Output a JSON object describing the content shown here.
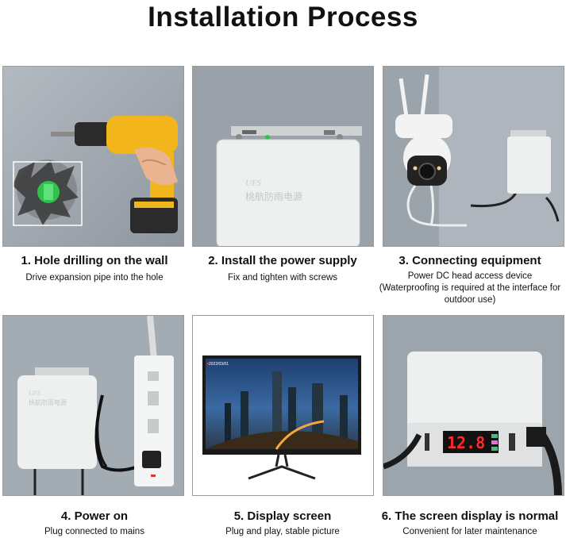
{
  "page": {
    "title": "Installation Process"
  },
  "steps": [
    {
      "title": "1. Hole drilling on the wall",
      "desc": [
        "Drive expansion pipe into the hole"
      ]
    },
    {
      "title": "2. Install the power supply",
      "desc": [
        "Fix and tighten with screws"
      ],
      "box_label_en": "UFS",
      "box_label_cn": "桃航防雨电源"
    },
    {
      "title": "3. Connecting equipment",
      "desc": [
        "Power DC head access device",
        "(Waterproofing is required at the interface for",
        "outdoor use)"
      ]
    },
    {
      "title": "4. Power on",
      "desc": [
        "Plug connected to mains"
      ],
      "box_label_en": "UFS",
      "box_label_cn": "桃航防雨电源"
    },
    {
      "title": "5. Display screen",
      "desc": [
        "Plug and play, stable picture"
      ],
      "screen_stamp": "2022/03/01"
    },
    {
      "title": "6. The screen display is normal",
      "desc": [
        "Convenient for later maintenance"
      ],
      "readout": "12.8"
    }
  ],
  "colors": {
    "drill_yellow": "#f2b51c",
    "wall_grey": "#a7aeb6",
    "box_white": "#eef0f0",
    "display_red": "#ff2a2a"
  }
}
